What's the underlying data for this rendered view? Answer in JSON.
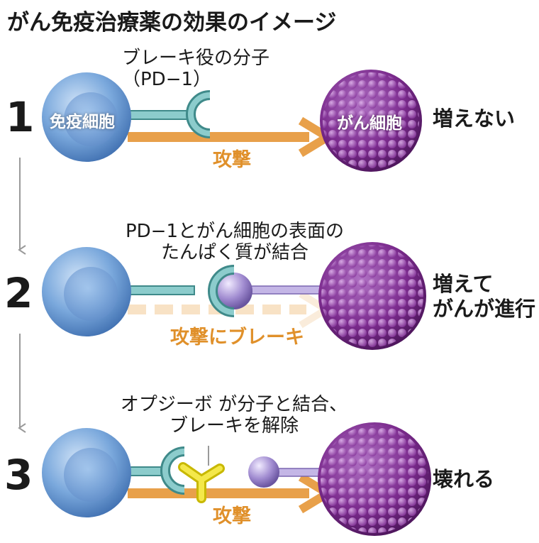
{
  "title": "がん免疫治療薬の効果のイメージ",
  "colors": {
    "immune_cell": "#6f9fd6",
    "cancer_cell": "#7a2a8a",
    "pd1": "#5ea8a8",
    "attack_arrow": "#e0902a",
    "protein": "#9b86c9",
    "opdivo": "#f0e040",
    "flow_arrow": "#9a9a9a"
  },
  "icons": [
    "immune-cell",
    "cancer-cell",
    "pd1-receptor",
    "protein-ligand",
    "opdivo-antibody",
    "attack-arrow",
    "flow-arrow"
  ],
  "steps": [
    {
      "number": "1",
      "note": "ブレーキ役の分子\n（PD−1）",
      "immune_label": "免疫細胞",
      "cancer_label": "がん細胞",
      "arrow_label": "攻撃",
      "outcome": "増えない"
    },
    {
      "number": "2",
      "note": "PD−1とがん細胞の表面の\nたんぱく質が結合",
      "arrow_label": "攻撃にブレーキ",
      "outcome": "増えて\nがんが進行"
    },
    {
      "number": "3",
      "note": "オプジーボ が分子と結合、\nブレーキを解除",
      "arrow_label": "攻撃",
      "outcome": "壊れる"
    }
  ]
}
